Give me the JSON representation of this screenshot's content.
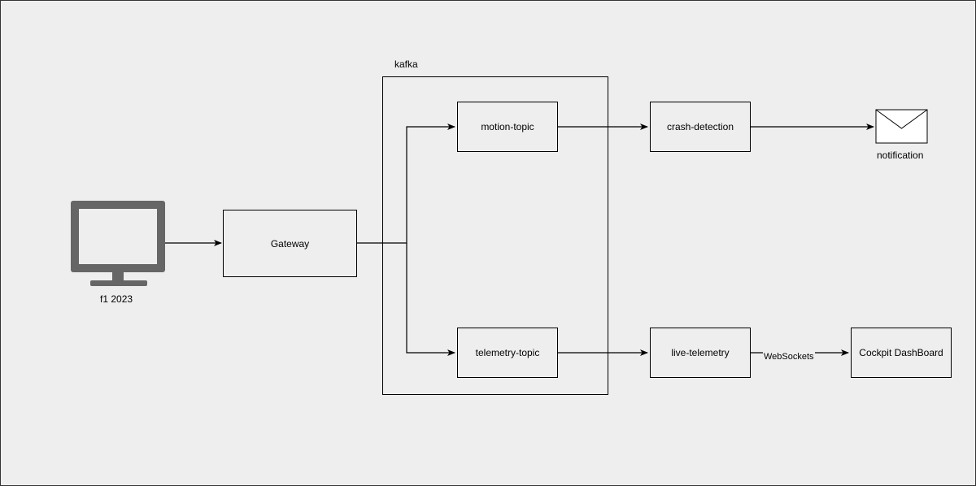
{
  "diagram": {
    "kafka_label": "kafka",
    "nodes": {
      "f1": "f1 2023",
      "gateway": "Gateway",
      "motion_topic": "motion-topic",
      "telemetry_topic": "telemetry-topic",
      "crash_detection": "crash-detection",
      "live_telemetry": "live-telemetry",
      "notification": "notification",
      "cockpit": "Cockpit DashBoard"
    },
    "edges": {
      "websockets": "WebSockets"
    },
    "icons": {
      "f1": "monitor-icon",
      "notification": "envelope-icon"
    },
    "colors": {
      "background": "#eeeeee",
      "stroke": "#000000",
      "monitor": "#666666"
    }
  }
}
